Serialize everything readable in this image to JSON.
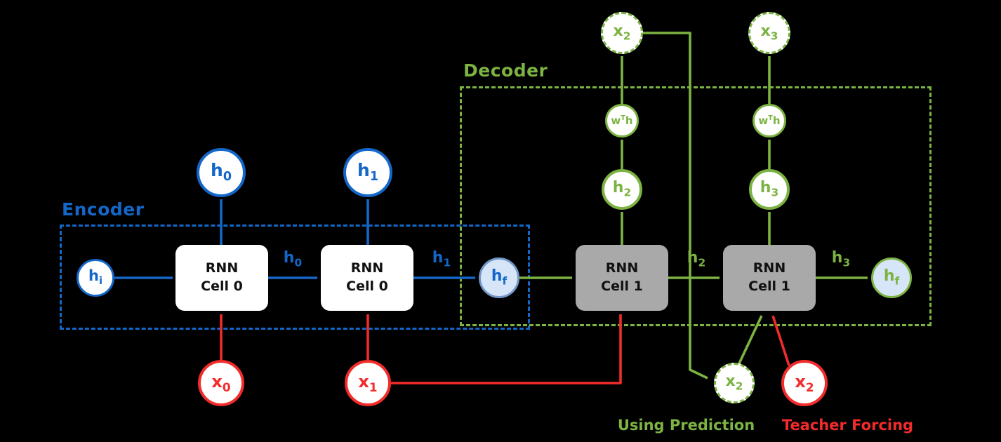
{
  "diagram": {
    "encoder": {
      "heading": "Encoder",
      "cell1": {
        "line1": "RNN",
        "line2": "Cell 0"
      },
      "cell2": {
        "line1": "RNN",
        "line2": "Cell 0"
      }
    },
    "decoder": {
      "heading": "Decoder",
      "cell1": {
        "line1": "RNN",
        "line2": "Cell 1"
      },
      "cell2": {
        "line1": "RNN",
        "line2": "Cell 1"
      }
    },
    "nodes": {
      "h_i": {
        "base": "h",
        "sub": "i"
      },
      "h0_out": {
        "base": "h",
        "sub": "0"
      },
      "h1_out": {
        "base": "h",
        "sub": "1"
      },
      "hf_encoder": {
        "base": "h",
        "sub": "f"
      },
      "x0_in": {
        "base": "x",
        "sub": "0"
      },
      "x1_in": {
        "base": "x",
        "sub": "1"
      },
      "h2_out": {
        "base": "h",
        "sub": "2"
      },
      "h3_out": {
        "base": "h",
        "sub": "3"
      },
      "wth_1": {
        "base": "w",
        "sup": "T",
        "tail": "h"
      },
      "wth_2": {
        "base": "w",
        "sup": "T",
        "tail": "h"
      },
      "x2_pred_out": {
        "base": "x",
        "sub": "2"
      },
      "x3_pred_out": {
        "base": "x",
        "sub": "3"
      },
      "x2_pred_in": {
        "base": "x",
        "sub": "2"
      },
      "x2_teacher_in": {
        "base": "x",
        "sub": "2"
      },
      "hf_decoder": {
        "base": "h",
        "sub": "f"
      }
    },
    "edge_labels": {
      "h0": {
        "base": "h",
        "sub": "0"
      },
      "h1": {
        "base": "h",
        "sub": "1"
      },
      "h2": {
        "base": "h",
        "sub": "2"
      },
      "h3": {
        "base": "h",
        "sub": "3"
      }
    },
    "captions": {
      "using_prediction": "Using Prediction",
      "teacher_forcing": "Teacher Forcing"
    }
  },
  "colors": {
    "encoder_blue": "#1467C8",
    "decoder_green": "#7CB342",
    "input_red": "#F22B2B",
    "cell_gray": "#A9A9A9",
    "hf_fill": "#D6E5F8",
    "background": "#000000"
  }
}
